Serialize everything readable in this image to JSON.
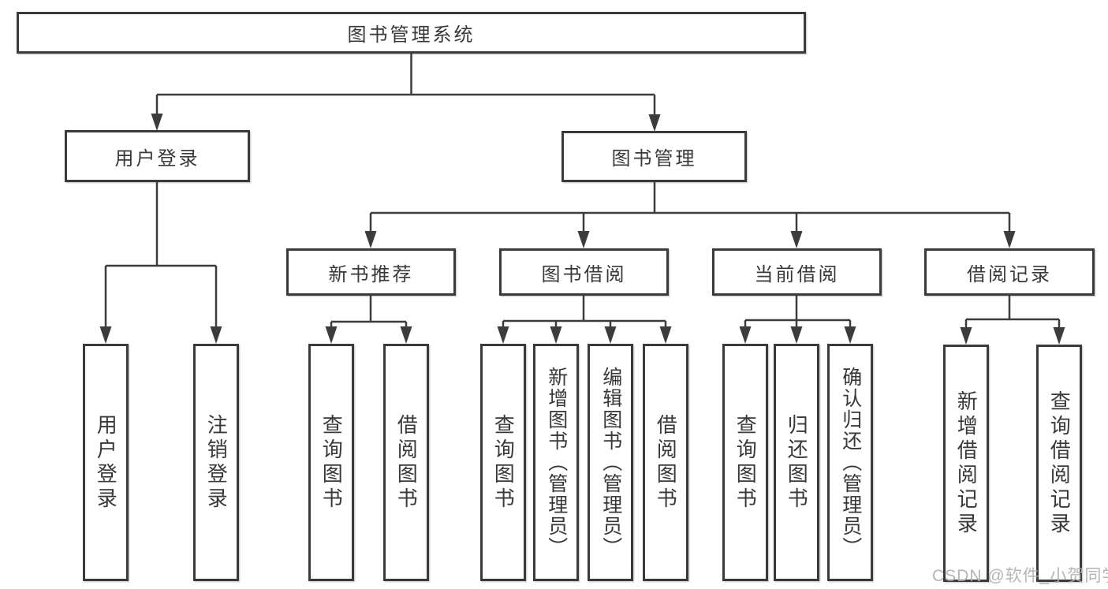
{
  "diagram": {
    "root": {
      "label": "图书管理系统",
      "children": [
        {
          "label": "用户登录",
          "children": [
            {
              "label": "用户登录"
            },
            {
              "label": "注销登录"
            }
          ]
        },
        {
          "label": "图书管理",
          "children": [
            {
              "label": "新书推荐",
              "children": [
                {
                  "label": "查询图书"
                },
                {
                  "label": "借阅图书"
                }
              ]
            },
            {
              "label": "图书借阅",
              "children": [
                {
                  "label": "查询图书"
                },
                {
                  "label": "新增图书（管理员）"
                },
                {
                  "label": "编辑图书（管理员）"
                },
                {
                  "label": "借阅图书"
                }
              ]
            },
            {
              "label": "当前借阅",
              "children": [
                {
                  "label": "查询图书"
                },
                {
                  "label": "归还图书"
                },
                {
                  "label": "确认归还（管理员）"
                }
              ]
            },
            {
              "label": "借阅记录",
              "children": [
                {
                  "label": "新增借阅记录"
                },
                {
                  "label": "查询借阅记录"
                }
              ]
            }
          ]
        }
      ]
    }
  },
  "watermark": {
    "text": "CSDN @软件_小贺同学"
  },
  "colors": {
    "line": "#3c3c3c",
    "box_border": "#3a3a3a",
    "text": "#383838",
    "watermark_text": "#aeaeae",
    "background": "#ffffff"
  }
}
